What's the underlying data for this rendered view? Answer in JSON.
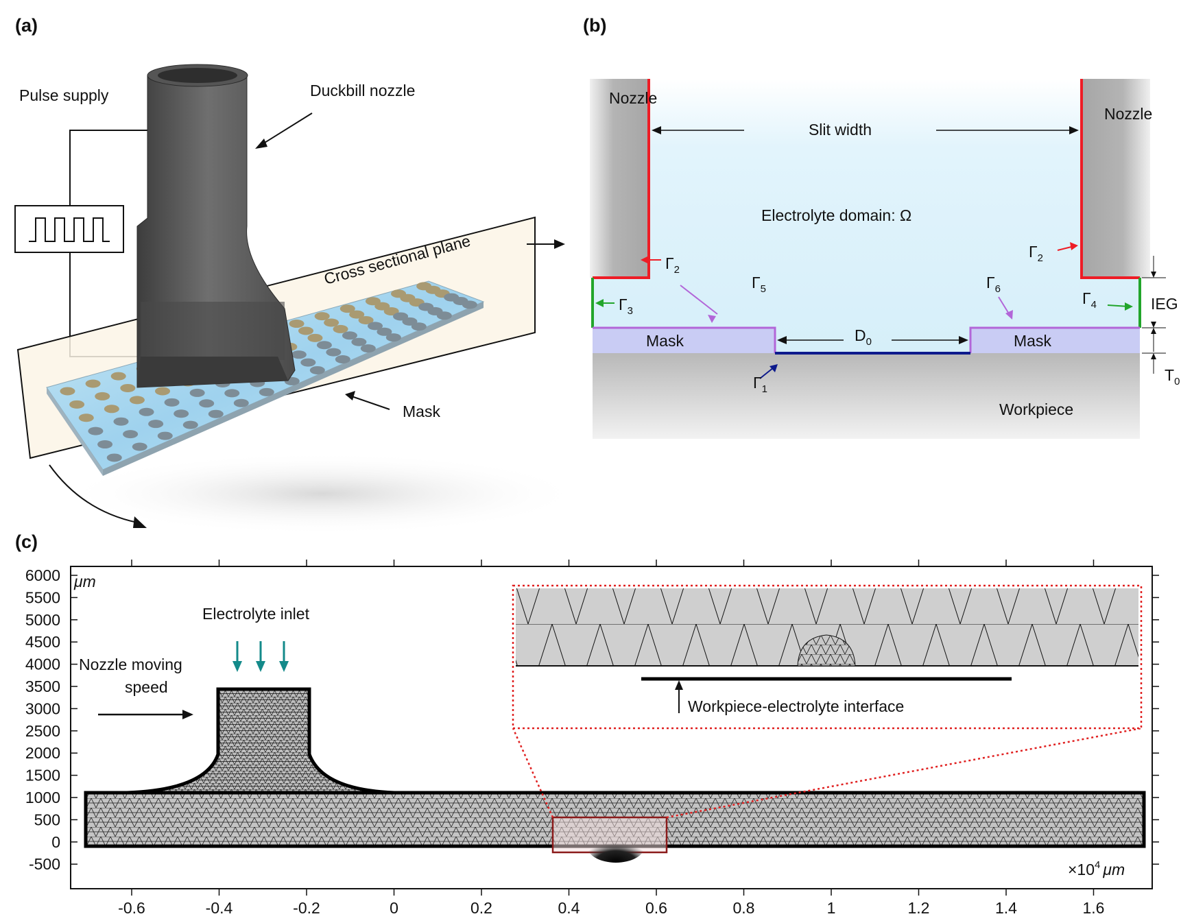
{
  "panel_a": {
    "label": "(a)",
    "pulse_supply": "Pulse supply",
    "duckbill_nozzle": "Duckbill nozzle",
    "cross_sectional_plane": "Cross sectional plane",
    "mask": "Mask"
  },
  "panel_b": {
    "label": "(b)",
    "nozzle_left": "Nozzle",
    "nozzle_right": "Nozzle",
    "slit_width": "Slit width",
    "electrolyte_domain": "Electrolyte domain: Ω",
    "gamma": "Γ",
    "gamma_sub": {
      "g1": "1",
      "g2": "2",
      "g3": "3",
      "g4": "4",
      "g5": "5",
      "g6": "6"
    },
    "mask_left": "Mask",
    "mask_right": "Mask",
    "d0": "D",
    "d0_sub": "0",
    "ieg": "IEG",
    "t0": "T",
    "t0_sub": "0",
    "workpiece": "Workpiece",
    "colors": {
      "nozzle_wall": "#ee1c25",
      "side_wall": "#22a52b",
      "mask_edge": "#b266d8",
      "workpiece_interface": "#0d1a8c",
      "electrolyte": "#e2f4fc",
      "mask_fill": "#c9ccf4"
    }
  },
  "panel_c": {
    "label": "(c)",
    "y_unit": "μm",
    "x_unit": "×10",
    "x_unit_exp": "4",
    "x_unit_suffix": "μm",
    "y_ticks": [
      "6000",
      "5500",
      "5000",
      "4500",
      "4000",
      "3500",
      "3000",
      "2500",
      "2000",
      "1500",
      "1000",
      "500",
      "0",
      "-500"
    ],
    "x_ticks": [
      "-0.6",
      "-0.4",
      "-0.2",
      "0",
      "0.2",
      "0.4",
      "0.6",
      "0.8",
      "1",
      "1.2",
      "1.4",
      "1.6"
    ],
    "electrolyte_inlet": "Electrolyte inlet",
    "nozzle_moving_speed_line1": "Nozzle moving",
    "nozzle_moving_speed_line2": "speed",
    "workpiece_electrolyte_interface": "Workpiece-electrolyte interface",
    "colors": {
      "mesh_fill": "#c8c8c8",
      "inlet_arrow": "#138a8a",
      "zoom_box": "#e02020",
      "zoom_frame": "#8b1a1a"
    }
  }
}
